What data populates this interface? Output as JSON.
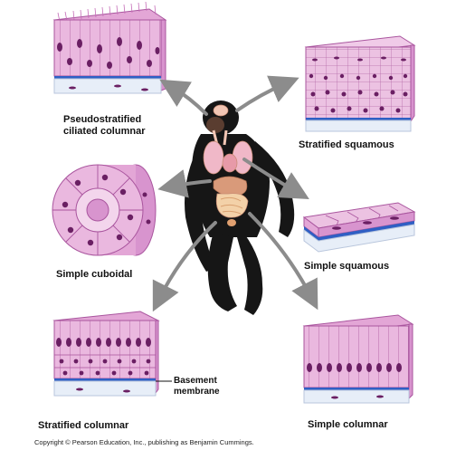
{
  "labels": {
    "pseudostratified_line1": "Pseudostratified",
    "pseudostratified_line2": "ciliated columnar",
    "stratified_squamous": "Stratified squamous",
    "simple_cuboidal": "Simple cuboidal",
    "simple_squamous": "Simple squamous",
    "stratified_columnar": "Stratified columnar",
    "simple_columnar": "Simple columnar",
    "basement_line1": "Basement",
    "basement_line2": "membrane"
  },
  "copyright": "Copyright © Pearson Education, Inc., publishing as Benjamin Cummings.",
  "colors": {
    "cell_pink": "#eab8df",
    "cell_pink_dark": "#d58ccc",
    "cell_outline": "#a9559e",
    "nucleus": "#6a1f63",
    "basement_blue": "#2f5fc4",
    "connective": "#e7eef8",
    "arrow_gray": "#8c8c8c",
    "chimp_fur": "#161616",
    "organs": "#f2c6b4"
  }
}
